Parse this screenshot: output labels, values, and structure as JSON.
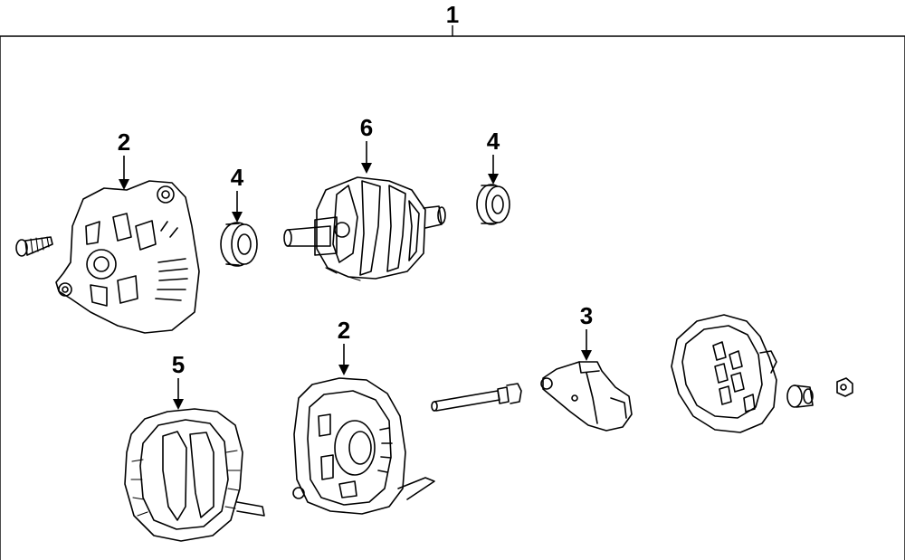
{
  "diagram": {
    "assembly_callout": "1",
    "callouts": {
      "rear_housing": "2",
      "bearing_left": "4",
      "rotor": "6",
      "bearing_right": "4",
      "regulator": "3",
      "stator": "5",
      "front_housing": "2"
    },
    "parts": [
      {
        "id": "bolt",
        "name": "bolt"
      },
      {
        "id": "rear-housing",
        "name": "rear-housing"
      },
      {
        "id": "bearing-left",
        "name": "bearing"
      },
      {
        "id": "rotor",
        "name": "rotor"
      },
      {
        "id": "bearing-right",
        "name": "bearing"
      },
      {
        "id": "stator",
        "name": "stator"
      },
      {
        "id": "front-housing",
        "name": "front-housing"
      },
      {
        "id": "through-bolt",
        "name": "through-bolt"
      },
      {
        "id": "regulator",
        "name": "regulator"
      },
      {
        "id": "end-cover",
        "name": "end-cover"
      },
      {
        "id": "terminal-insulator",
        "name": "terminal-insulator"
      },
      {
        "id": "terminal-nut",
        "name": "terminal-nut"
      }
    ]
  }
}
